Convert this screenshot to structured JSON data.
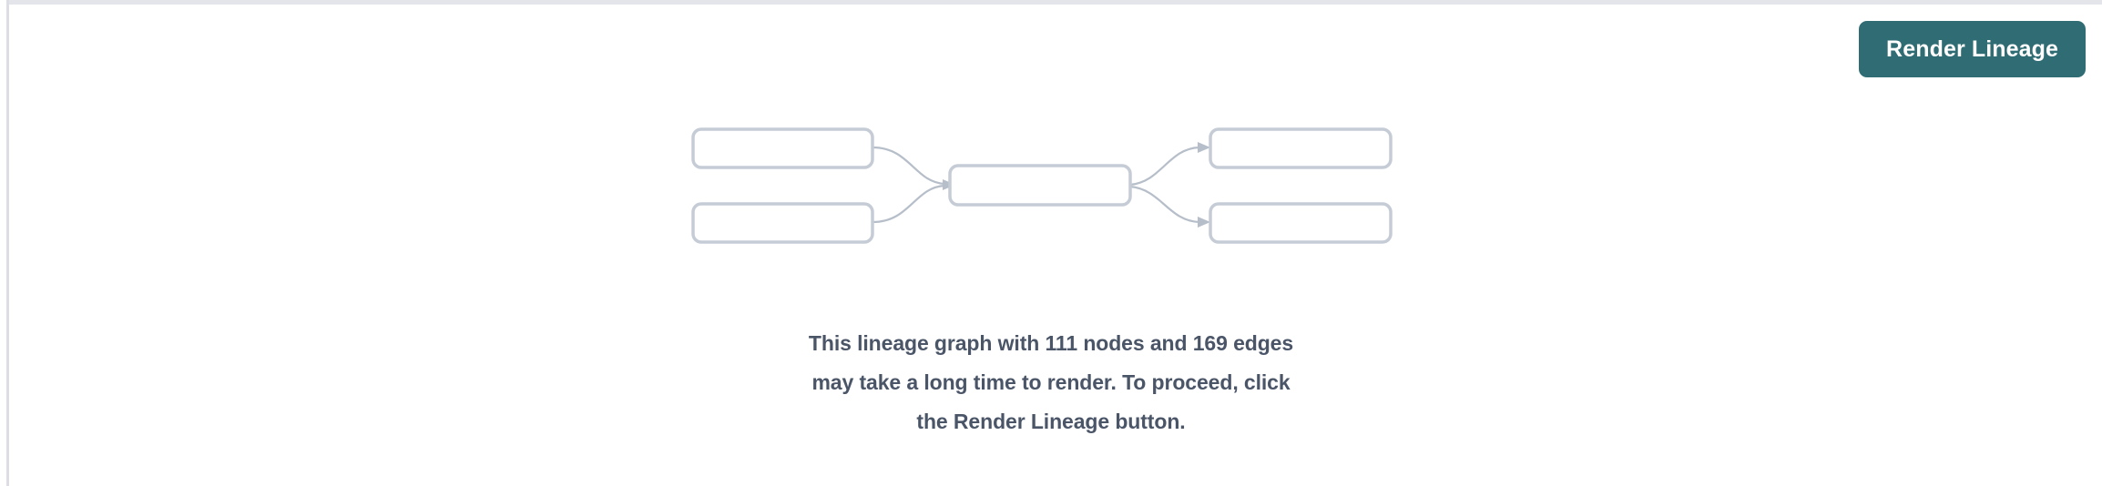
{
  "panel": {
    "background_color": "#ffffff",
    "rule_color": "#e3e5ea"
  },
  "toolbar": {
    "render_button_label": "Render Lineage",
    "render_button_color": "#2f6c73",
    "render_button_text_color": "#ffffff"
  },
  "empty_state": {
    "message": "This lineage graph with 111 nodes and 169 edges may take a long time to render. To proceed, click the Render Lineage button.",
    "message_color": "#4a5568",
    "node_count": 111,
    "edge_count": 169
  },
  "graph_illustration": {
    "node_stroke_color": "#c5ccd5",
    "node_fill_color": "#ffffff",
    "edge_color": "#b6bec9",
    "nodes": [
      {
        "id": "upstream-1",
        "column": "left",
        "row": "top"
      },
      {
        "id": "upstream-2",
        "column": "left",
        "row": "bottom"
      },
      {
        "id": "focus",
        "column": "center",
        "row": "middle"
      },
      {
        "id": "downstream-1",
        "column": "right",
        "row": "top"
      },
      {
        "id": "downstream-2",
        "column": "right",
        "row": "bottom"
      }
    ],
    "edges": [
      {
        "from": "upstream-1",
        "to": "focus"
      },
      {
        "from": "upstream-2",
        "to": "focus"
      },
      {
        "from": "focus",
        "to": "downstream-1"
      },
      {
        "from": "focus",
        "to": "downstream-2"
      }
    ]
  }
}
